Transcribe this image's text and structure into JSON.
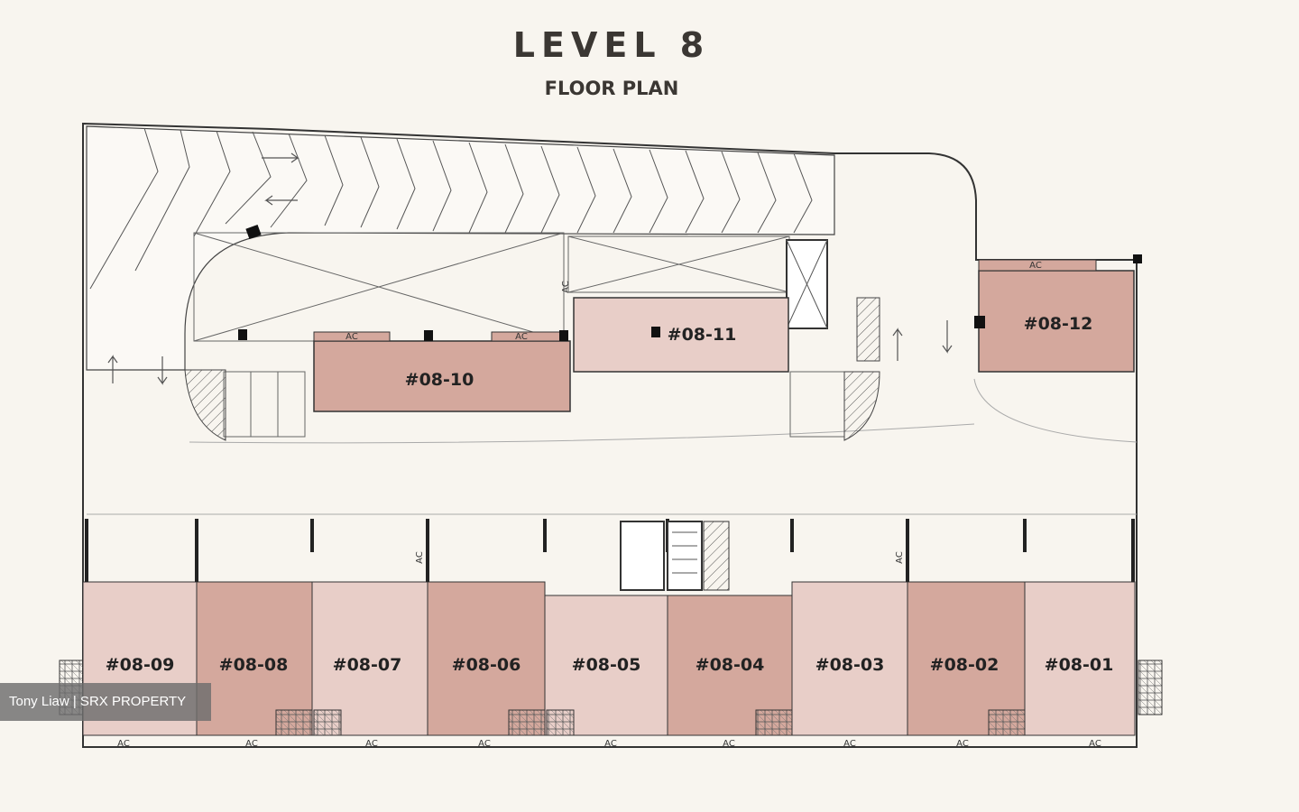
{
  "header": {
    "title": "LEVEL 8",
    "subtitle": "FLOOR PLAN"
  },
  "watermark": "Tony Liaw | SRX PROPERTY",
  "colors": {
    "background": "#f8f5ef",
    "unit_dark": "#d4a89d",
    "unit_light": "#e8cec8",
    "wall": "#333333"
  },
  "ac_label": "AC",
  "units": [
    {
      "id": "#08-01",
      "tone": "light"
    },
    {
      "id": "#08-02",
      "tone": "dark"
    },
    {
      "id": "#08-03",
      "tone": "light"
    },
    {
      "id": "#08-04",
      "tone": "dark"
    },
    {
      "id": "#08-05",
      "tone": "light"
    },
    {
      "id": "#08-06",
      "tone": "dark"
    },
    {
      "id": "#08-07",
      "tone": "light"
    },
    {
      "id": "#08-08",
      "tone": "dark"
    },
    {
      "id": "#08-09",
      "tone": "light"
    },
    {
      "id": "#08-10",
      "tone": "dark"
    },
    {
      "id": "#08-11",
      "tone": "light"
    },
    {
      "id": "#08-12",
      "tone": "dark"
    }
  ]
}
